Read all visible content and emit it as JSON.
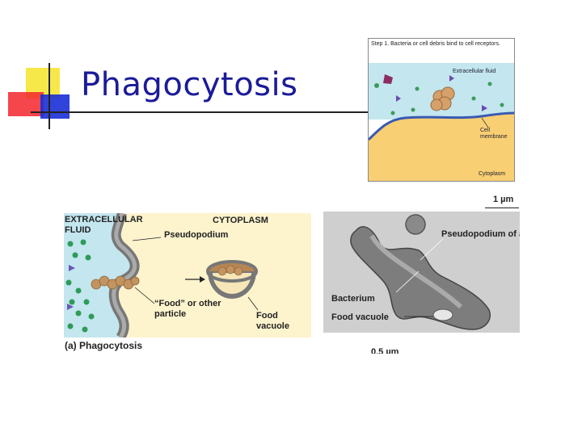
{
  "slide": {
    "title": "Phagocytosis"
  },
  "inset": {
    "caption": "Step 1. Bacteria or cell debris bind to cell receptors.",
    "extracellular_label": "Extracellular fluid",
    "membrane_label": "Cell membrane",
    "cytoplasm_label": "Cytoplasm"
  },
  "diagram_a": {
    "extracellular_label": "EXTRACELLULAR FLUID",
    "cytoplasm_label": "CYTOPLASM",
    "pseudopodium_label": "Pseudopodium",
    "food_label": "“Food” or other particle",
    "food_vacuole_label": "Food vacuole",
    "caption": "(a) Phagocytosis"
  },
  "micrograph": {
    "scale_top": "1 µm",
    "pseudopodium_label": "Pseudopodium of amoeba",
    "bacterium_label": "Bacterium",
    "food_vacuole_label": "Food vacuole",
    "scale_bottom": "0.5 µm"
  },
  "colors": {
    "title": "#1b1b99",
    "extracellular": "#c3e6ef",
    "cytoplasm": "#fdf3cd",
    "particles": "#2e9b57"
  }
}
